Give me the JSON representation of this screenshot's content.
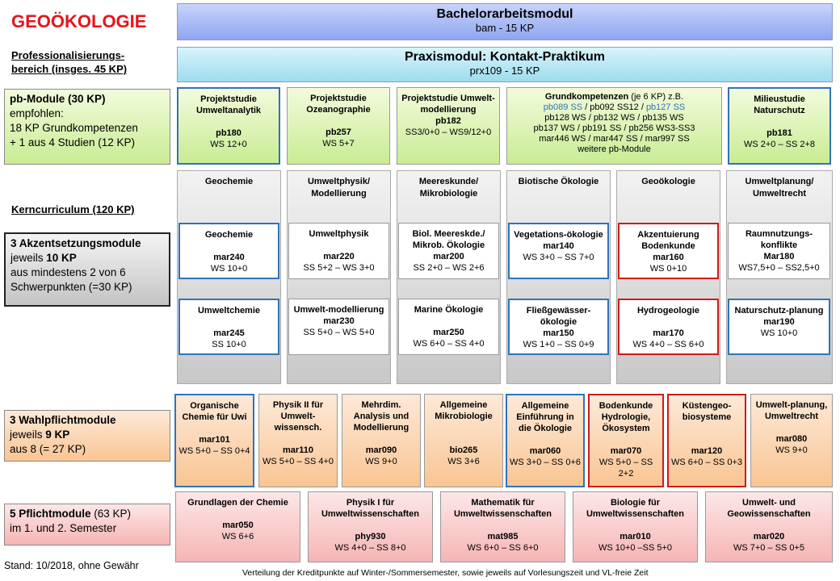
{
  "title": "GEOÖKOLOGIE",
  "professional_label": "Professionalisierungs-bereich",
  "professional_kp": "(insges. 45 KP)",
  "bachelor": {
    "title": "Bachelorarbeitsmodul",
    "sub": "bam - 15 KP"
  },
  "praxis": {
    "title": "Praxismodul: Kontakt-Praktikum",
    "sub": "prx109 - 15 KP"
  },
  "pb_side": {
    "line1": "pb-Module (30 KP)",
    "line2": "empfohlen:",
    "line3": "18 KP Grundkompetenzen",
    "line4": "+ 1 aus 4 Studien (12 KP)"
  },
  "pb_modules": [
    {
      "name": "Projektstudie Umweltanalytik",
      "code": "pb180",
      "sem": "WS 12+0"
    },
    {
      "name": "Projektstudie Ozeanographie",
      "code": "pb257",
      "sem": "WS 5+7"
    },
    {
      "name": "Projektstudie Umwelt-modellierung",
      "code": "pb182",
      "sem": "SS3/0+0 – WS9/12+0"
    },
    {
      "name": "Milieustudie Naturschutz",
      "code": "pb181",
      "sem": "WS 2+0 – SS 2+8"
    }
  ],
  "grundkompetenzen": {
    "head": "Grundkompetenzen",
    "head_suffix": "(je 6 KP) z.B.",
    "l1a": "pb089 SS",
    "l1b": " / pb092 SS12 / ",
    "l1c": "pb127 SS",
    "l2": "pb128 WS / pb132 WS / pb135 WS",
    "l3": "pb137 WS / pb191 SS / pb256 WS3-SS3",
    "l4": "mar446 WS / mar447 SS / mar997 SS",
    "l5": "weitere pb-Module"
  },
  "kern_label": "Kerncurriculum",
  "kern_kp": "(120 KP)",
  "akzent_side": {
    "line1": "3 Akzentsetzungsmodule",
    "line2a": "jeweils ",
    "line2b": "10 KP",
    "line3": "aus mindestens 2 von 6",
    "line4": "Schwerpunkten (=30 KP)"
  },
  "columns": [
    {
      "head": "Geochemie",
      "m1": {
        "name": "Geochemie",
        "code": "mar240",
        "sem": "WS 10+0"
      },
      "m2": {
        "name": "Umweltchemie",
        "code": "mar245",
        "sem": "SS 10+0"
      }
    },
    {
      "head": "Umweltphysik/ Modellierung",
      "m1": {
        "name": "Umweltphysik",
        "code": "mar220",
        "sem": "SS 5+2 – WS 3+0"
      },
      "m2": {
        "name": "Umwelt-modellierung",
        "code": "mar230",
        "sem": "SS 5+0 – WS 5+0"
      }
    },
    {
      "head": "Meereskunde/ Mikrobiologie",
      "m1": {
        "name": "Biol. Meereskde./ Mikrob. Ökologie",
        "code": "mar200",
        "sem": "SS 2+0 – WS 2+6"
      },
      "m2": {
        "name": "Marine Ökologie",
        "code": "mar250",
        "sem": "WS 6+0 – SS 4+0"
      }
    },
    {
      "head": "Biotische Ökologie",
      "m1": {
        "name": "Vegetations-ökologie",
        "code": "mar140",
        "sem": "WS 3+0 – SS 7+0"
      },
      "m2": {
        "name": "Fließgewässer-ökologie",
        "code": "mar150",
        "sem": "WS 1+0 – SS 0+9"
      }
    },
    {
      "head": "Geoökologie",
      "m1": {
        "name": "Akzentuierung Bodenkunde",
        "code": "mar160",
        "sem": "WS 0+10"
      },
      "m2": {
        "name": "Hydrogeologie",
        "code": "mar170",
        "sem": "WS 4+0 – SS 6+0"
      }
    },
    {
      "head": "Umweltplanung/ Umweltrecht",
      "m1": {
        "name": "Raumnutzungs-konflikte",
        "code": "Mar180",
        "sem": "WS7,5+0 – SS2,5+0"
      },
      "m2": {
        "name": "Naturschutz-planung",
        "code": "mar190",
        "sem": "WS 10+0"
      }
    }
  ],
  "wahl_side": {
    "line1": "3 Wahlpflichtmodule",
    "line2a": "jeweils ",
    "line2b": "9 KP",
    "line3": "aus 8 (= 27 KP)"
  },
  "wahl_modules": [
    {
      "name": "Organische Chemie für Uwi",
      "code": "mar101",
      "sem": "WS 5+0 – SS 0+4"
    },
    {
      "name": "Physik II für Umwelt-wissensch.",
      "code": "mar110",
      "sem": "WS 5+0 – SS 4+0"
    },
    {
      "name": "Mehrdim. Analysis und Modellierung",
      "code": "mar090",
      "sem": "WS 9+0"
    },
    {
      "name": "Allgemeine Mikrobiologie",
      "code": "bio265",
      "sem": "WS 3+6"
    },
    {
      "name": "Allgemeine Einführung in die Ökologie",
      "code": "mar060",
      "sem": "WS 3+0 – SS 0+6"
    },
    {
      "name": "Bodenkunde Hydrologie, Ökosystem",
      "code": "mar070",
      "sem": "WS 5+0 – SS 2+2"
    },
    {
      "name": "Küstengeo-biosysteme",
      "code": "mar120",
      "sem": "WS 6+0 – SS 0+3"
    },
    {
      "name": "Umwelt-planung, Umweltrecht",
      "code": "mar080",
      "sem": "WS 9+0"
    }
  ],
  "pflicht_side": {
    "line1a": "5 Pflichtmodule",
    "line1b": " (63 KP)",
    "line2": "im 1. und 2. Semester"
  },
  "pflicht_modules": [
    {
      "name": "Grundlagen der Chemie",
      "code": "mar050",
      "sem": "WS 6+6"
    },
    {
      "name": "Physik I für Umweltwissenschaften",
      "code": "phy930",
      "sem": "WS 4+0 – SS 8+0"
    },
    {
      "name": "Mathematik für Umweltwissenschaften",
      "code": "mat985",
      "sem": "WS 6+0 – SS 6+0"
    },
    {
      "name": "Biologie für Umweltwissenschaften",
      "code": "mar010",
      "sem": "WS 10+0 –SS 5+0"
    },
    {
      "name": "Umwelt- und Geowissenschaften",
      "code": "mar020",
      "sem": "WS 7+0 – SS 0+5"
    }
  ],
  "footer_left": "Stand: 10/2018, ohne Gewähr",
  "footer_bottom": "Verteilung der Kreditpunkte auf Winter-/Sommersemester, sowie jeweils auf Vorlesungszeit und VL-freie Zeit"
}
